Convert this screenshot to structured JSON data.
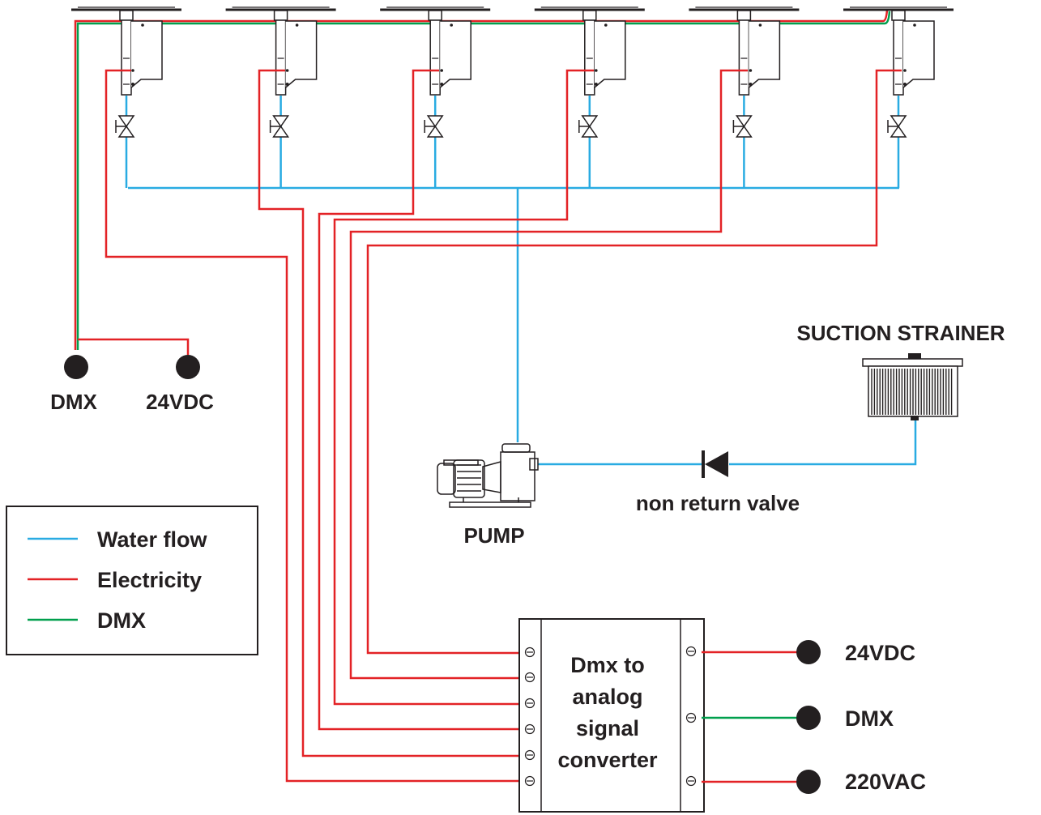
{
  "colors": {
    "water": "#29abe2",
    "electricity": "#e32226",
    "dmx": "#009f4d",
    "ink": "#231f20"
  },
  "left_terminals": {
    "dmx_label": "DMX",
    "power_label": "24VDC"
  },
  "strainer": {
    "label": "SUCTION STRAINER",
    "icon": "suction-strainer-icon"
  },
  "pump": {
    "label": "PUMP",
    "icon": "pump-icon"
  },
  "valve": {
    "label": "non return valve",
    "icon": "check-valve-icon"
  },
  "converter": {
    "line1": "Dmx to",
    "line2": "analog",
    "line3": "signal",
    "line4": "converter"
  },
  "right_terminals": {
    "t1": "24VDC",
    "t2": "DMX",
    "t3": "220VAC"
  },
  "legend": {
    "water": "Water flow",
    "electricity": "Electricity",
    "dmx": "DMX"
  },
  "nozzle_count": 6
}
